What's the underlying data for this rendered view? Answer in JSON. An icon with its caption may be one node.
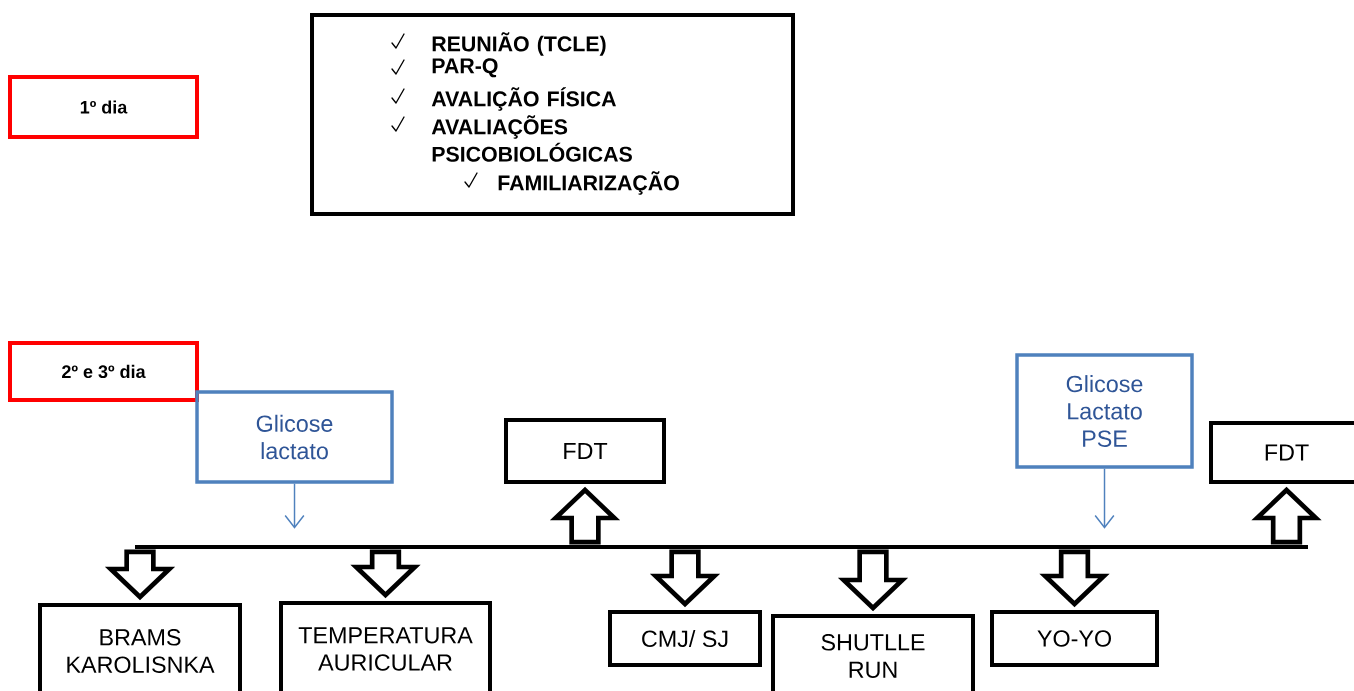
{
  "diagram": {
    "nodes": [
      {
        "text": [
          "1º dia"
        ]
      },
      {
        "text": [
          "REUNIÃO (TCLE)",
          "PAR-Q",
          "AVALIÇÃO FÍSICA",
          "AVALIAÇÕES PSICOBIOLÓGICAS",
          "FAMILIARIZAÇÃO"
        ]
      },
      {
        "text": [
          "2º e 3º dia"
        ]
      },
      {
        "text": [
          "Glicose lactato"
        ]
      },
      {
        "text": [
          "FDT"
        ]
      },
      {
        "text": [
          "Glicose Lactato PSE"
        ]
      },
      {
        "text": [
          "FDT"
        ]
      },
      {
        "text": [],
        "shape": "bar"
      },
      {
        "text": [
          "BRAMS KAROLISNKA"
        ]
      },
      {
        "text": [
          "TEMPERATURA AURICULAR"
        ]
      },
      {
        "text": [
          "CMJ/ SJ"
        ]
      },
      {
        "text": [
          "SHUTLLE RUN"
        ]
      },
      {
        "text": [
          "YO-YO"
        ]
      }
    ],
    "edges": [
      {
        "from": 3,
        "to": 7,
        "arrow": "to",
        "color": "#4f81bd"
      },
      {
        "from": 7,
        "to": 8,
        "arrow": "to"
      },
      {
        "from": 7,
        "to": 9,
        "arrow": "to"
      },
      {
        "from": 7,
        "to": 4,
        "arrow": "to"
      },
      {
        "from": 7,
        "to": 10,
        "arrow": "to"
      },
      {
        "from": 7,
        "to": 11,
        "arrow": "to"
      },
      {
        "from": 7,
        "to": 12,
        "arrow": "to"
      },
      {
        "from": 5,
        "to": 7,
        "arrow": "to",
        "color": "#4f81bd"
      },
      {
        "from": 7,
        "to": 6,
        "arrow": "to"
      }
    ]
  }
}
